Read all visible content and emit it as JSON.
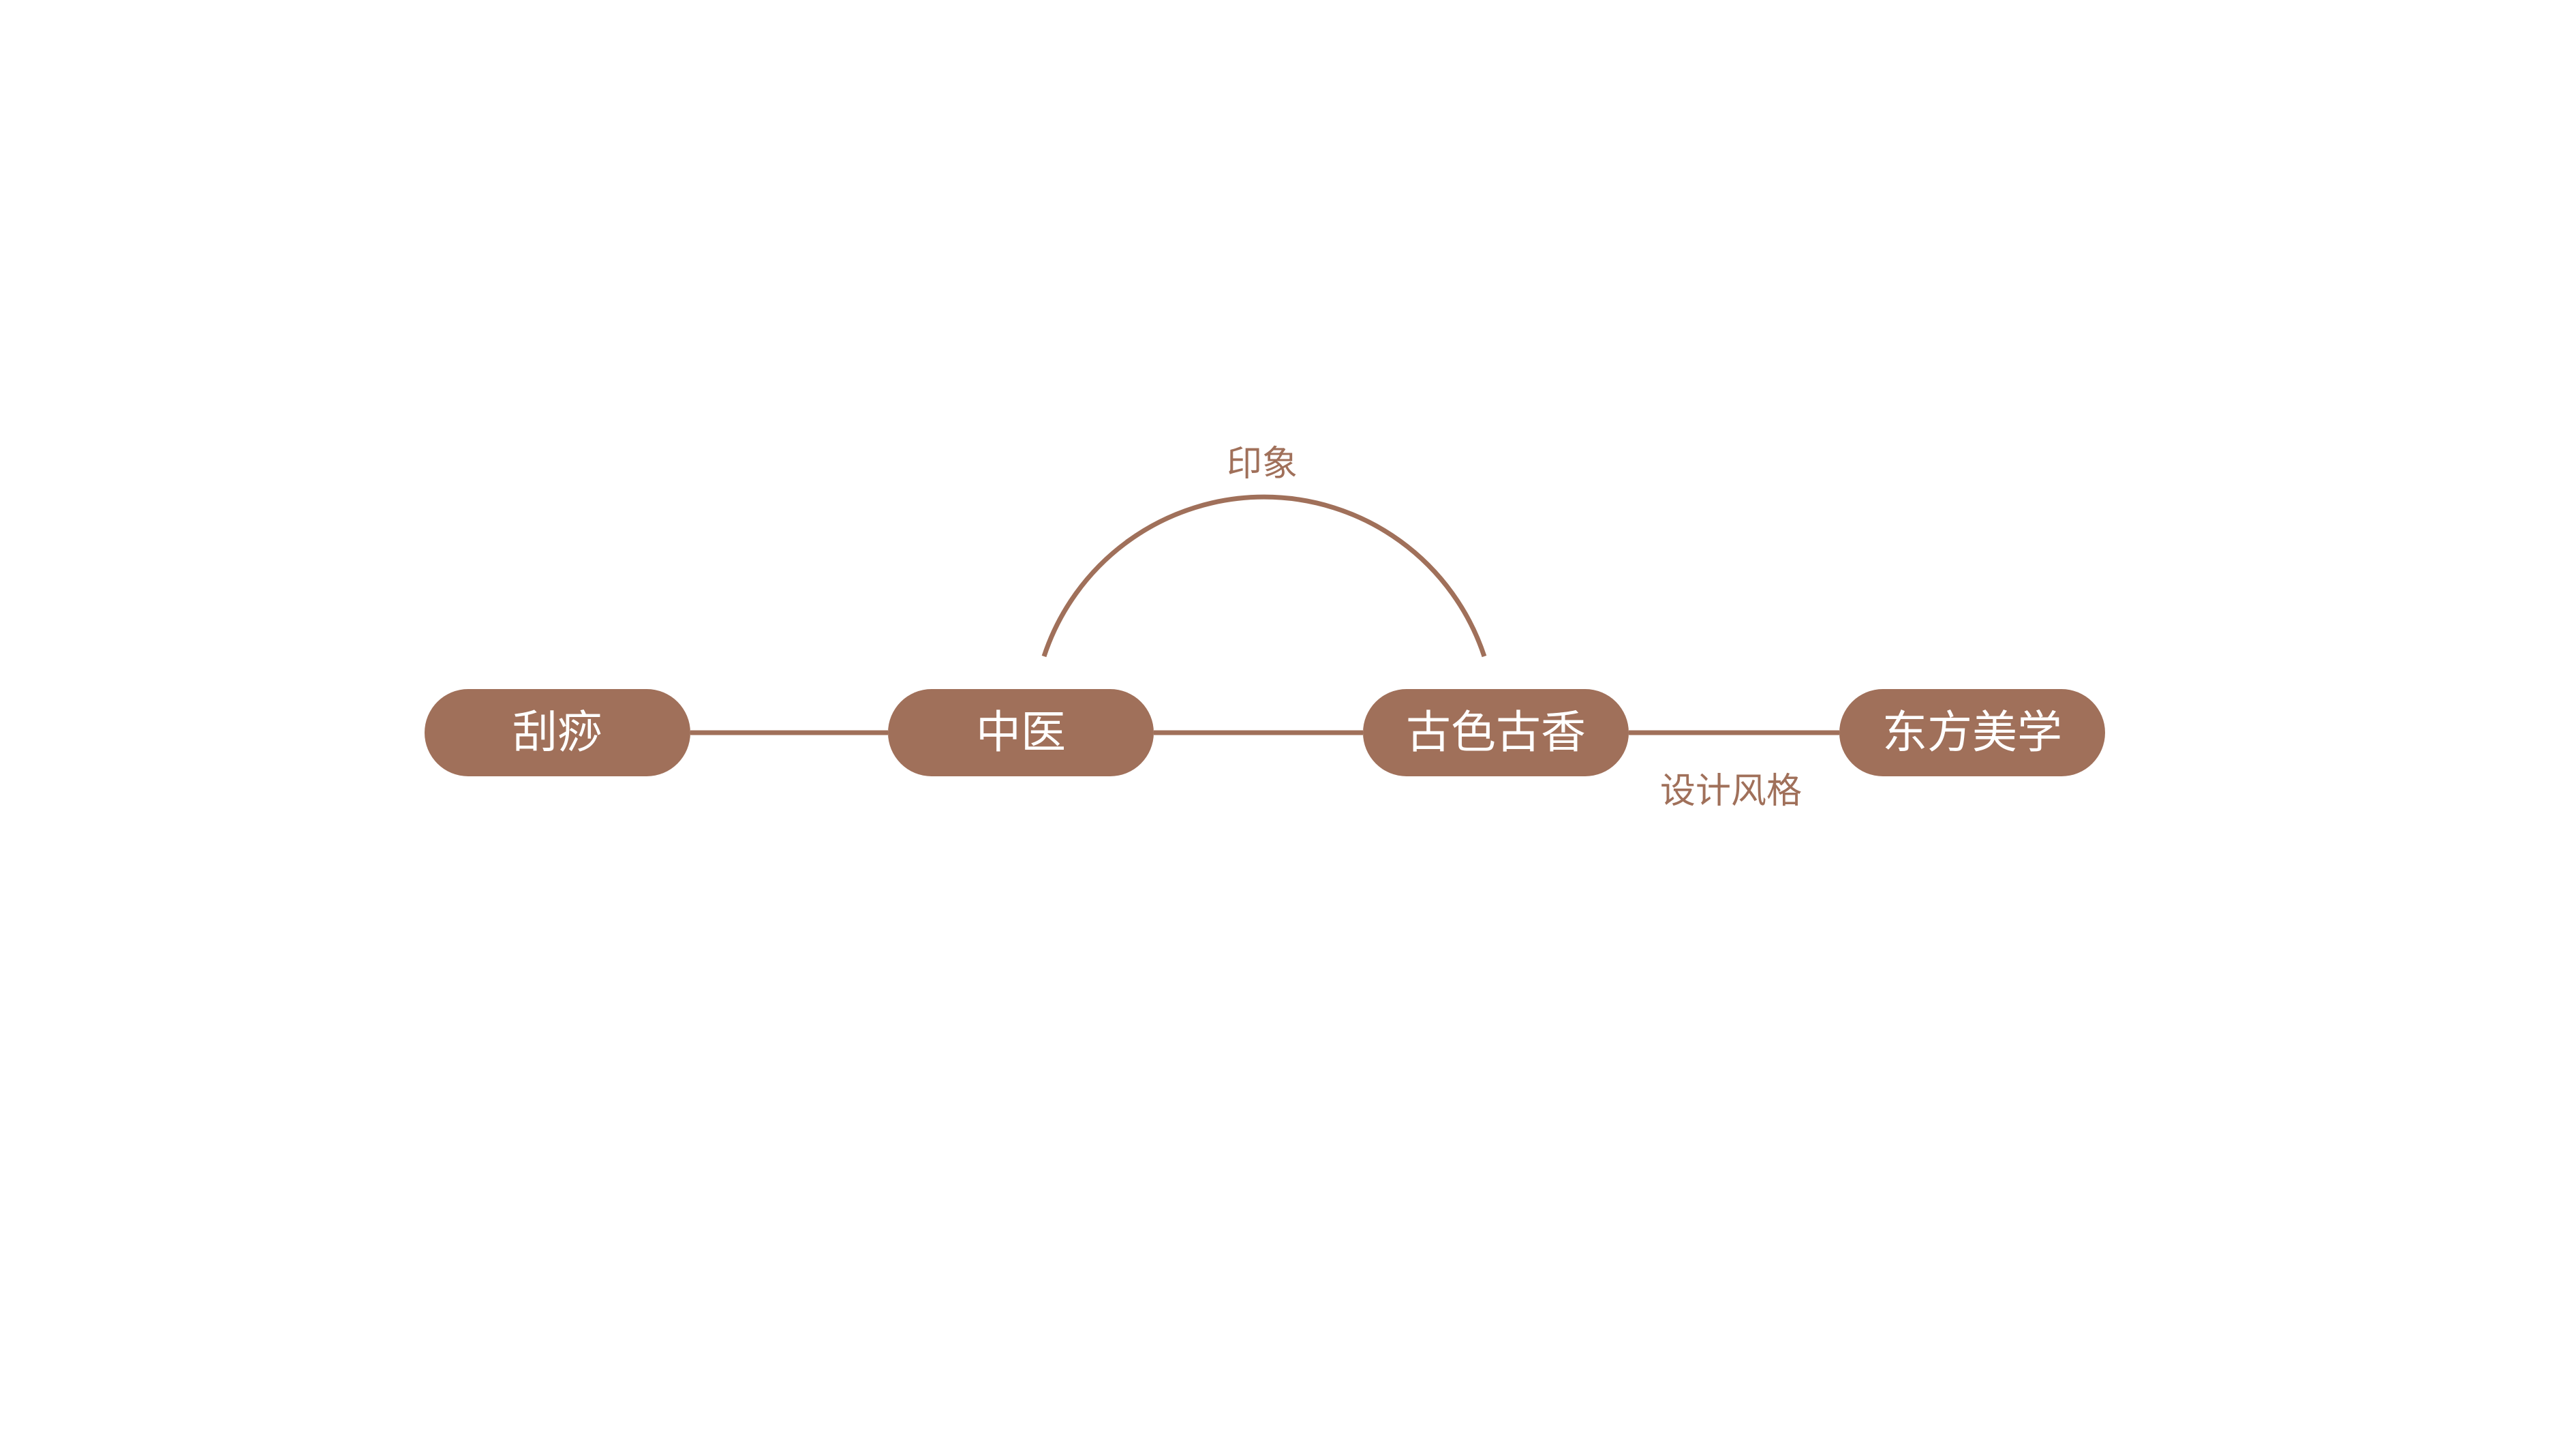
{
  "colors": {
    "accent": "#a0705a",
    "node_text": "#ffffff",
    "background": "#ffffff"
  },
  "nodes": [
    {
      "label": "刮痧"
    },
    {
      "label": "中医"
    },
    {
      "label": "古色古香"
    },
    {
      "label": "东方美学"
    }
  ],
  "edge_labels": {
    "arc": "印象",
    "style": "设计风格"
  }
}
